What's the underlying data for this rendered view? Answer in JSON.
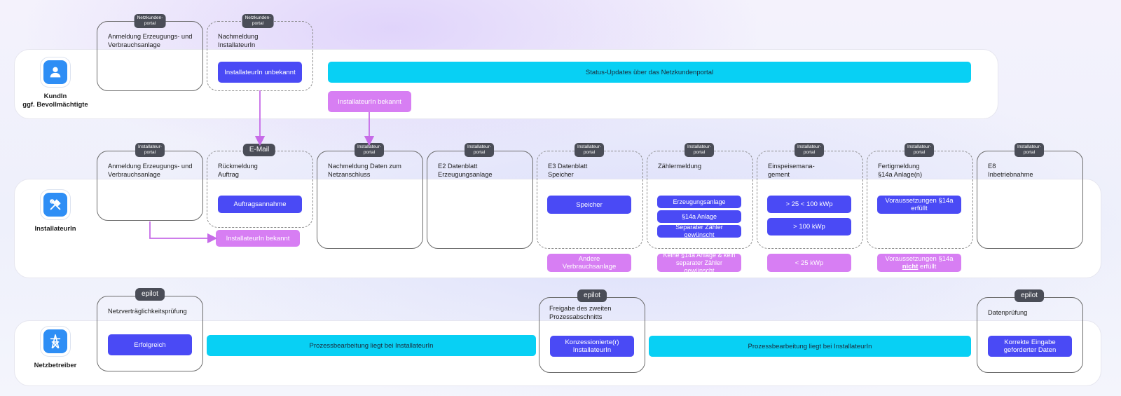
{
  "lanes": {
    "kunde": {
      "label_line1": "KundIn",
      "label_line2": "ggf. Bevollmächtigte",
      "icon": "person-icon"
    },
    "installateur": {
      "label": "InstallateurIn",
      "icon": "tools-icon"
    },
    "netzbetreiber": {
      "label": "Netzbetreiber",
      "icon": "power-tower-icon"
    }
  },
  "tags": {
    "netzkundenportal": "Netzkunden-\nportal",
    "installateurportal": "Installateur-\nportal",
    "email": "E-Mail",
    "epilot": "epilot"
  },
  "kunde_cards": [
    {
      "title": "Anmeldung Erzeugungs- und\nVerbrauchsanlage"
    },
    {
      "title": "Nachmeldung\nInstallateurIn",
      "button": "InstallateurIn unbekannt"
    }
  ],
  "kunde_status_bar": "Status-Updates über das Netzkundenportal",
  "kunde_installateur_bekannt": "InstallateurIn bekannt",
  "installateur_cards": [
    {
      "title": "Anmeldung Erzeugungs- und\nVerbrauchsanlage",
      "below": "InstallateurIn bekannt"
    },
    {
      "title": "Rückmeldung\nAuftrag",
      "buttons": [
        "Auftragsannahme"
      ]
    },
    {
      "title": "Nachmeldung Daten zum\nNetzanschluss"
    },
    {
      "title": "E2 Datenblatt\nErzeugungsanlage"
    },
    {
      "title": "E3 Datenblatt\nSpeicher",
      "buttons": [
        "Speicher"
      ],
      "below": "Andere Verbrauchsanlage"
    },
    {
      "title": "Zählermeldung",
      "buttons": [
        "Erzeugungsanlage",
        "§14a Anlage",
        "Separater Zähler gewünscht"
      ],
      "below": "Keine §14a Anlage & kein\nseparater Zähler gewünscht"
    },
    {
      "title": "Einspeisemana-\ngement",
      "buttons": [
        "> 25 < 100 kWp",
        "> 100 kWp"
      ],
      "below": "< 25 kWp"
    },
    {
      "title": "Fertigmeldung\n§14a Anlage(n)",
      "buttons": [
        "Voraussetzungen §14a\nerfüllt"
      ],
      "below_pre": "Voraussetzungen §14a",
      "below_bold": "nicht",
      "below_post": " erfüllt"
    },
    {
      "title": "E8\nInbetriebnahme"
    }
  ],
  "netzbetreiber_cards": [
    {
      "title": "Netzverträglichkeitsprüfung",
      "button": "Erfolgreich"
    },
    {
      "title": "Freigabe des zweiten\nProzessabschnitts",
      "button": "Konzessionierte(r)\nInstallateurIn"
    },
    {
      "title": "Datenprüfung",
      "button": "Korrekte Eingabe\ngeforderter Daten"
    }
  ],
  "netzbetreiber_bars": [
    "Prozessbearbeitung liegt bei InstallateurIn",
    "Prozessbearbeitung liegt bei InstallateurIn"
  ],
  "colors": {
    "blue": "#4a4af5",
    "pink": "#d77ef3",
    "cyan": "#08d0f4",
    "tag": "#4a4d57",
    "arrow": "#c66be8"
  }
}
